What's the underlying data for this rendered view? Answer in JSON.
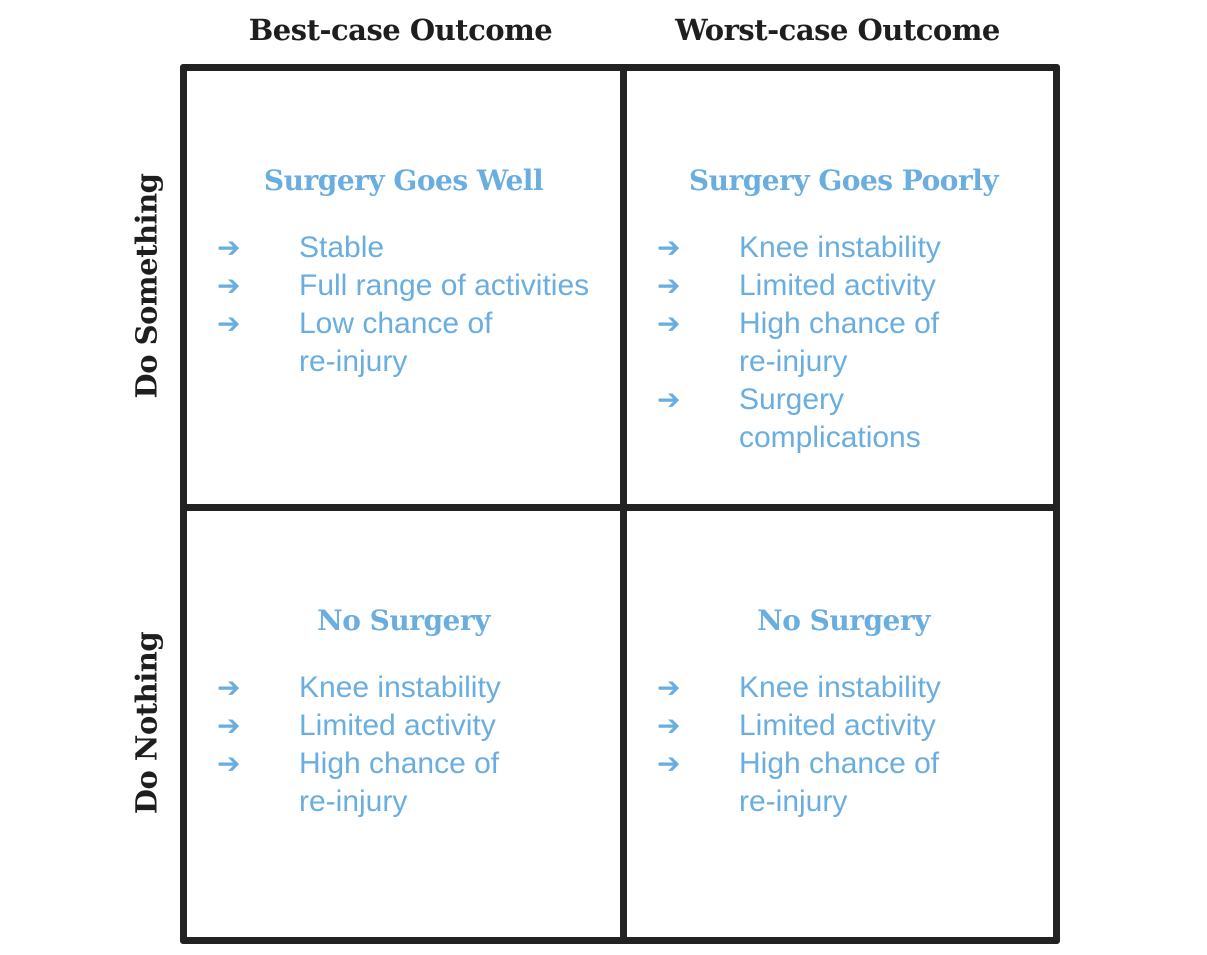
{
  "columns": {
    "best": "Best-case Outcome",
    "worst": "Worst-case Outcome"
  },
  "rows": {
    "something": "Do Something",
    "nothing": "Do Nothing"
  },
  "cells": [
    {
      "title": "Surgery Goes Well",
      "items": [
        "Stable",
        "Full range of activities",
        "Low chance of re-injury"
      ]
    },
    {
      "title": "Surgery Goes Poorly",
      "items": [
        "Knee instability",
        "Limited activity",
        "High chance of re-injury",
        "Surgery complications"
      ]
    },
    {
      "title": "No Surgery",
      "items": [
        "Knee instability",
        "Limited activity",
        "High chance of re-injury"
      ]
    },
    {
      "title": "No Surgery",
      "items": [
        "Knee instability",
        "Limited activity",
        "High chance of re-injury"
      ]
    }
  ],
  "arrow_icon": "arrow-right-icon",
  "colors": {
    "accent": "#6aaee0",
    "border": "#222222",
    "header": "#1e1e1e"
  }
}
